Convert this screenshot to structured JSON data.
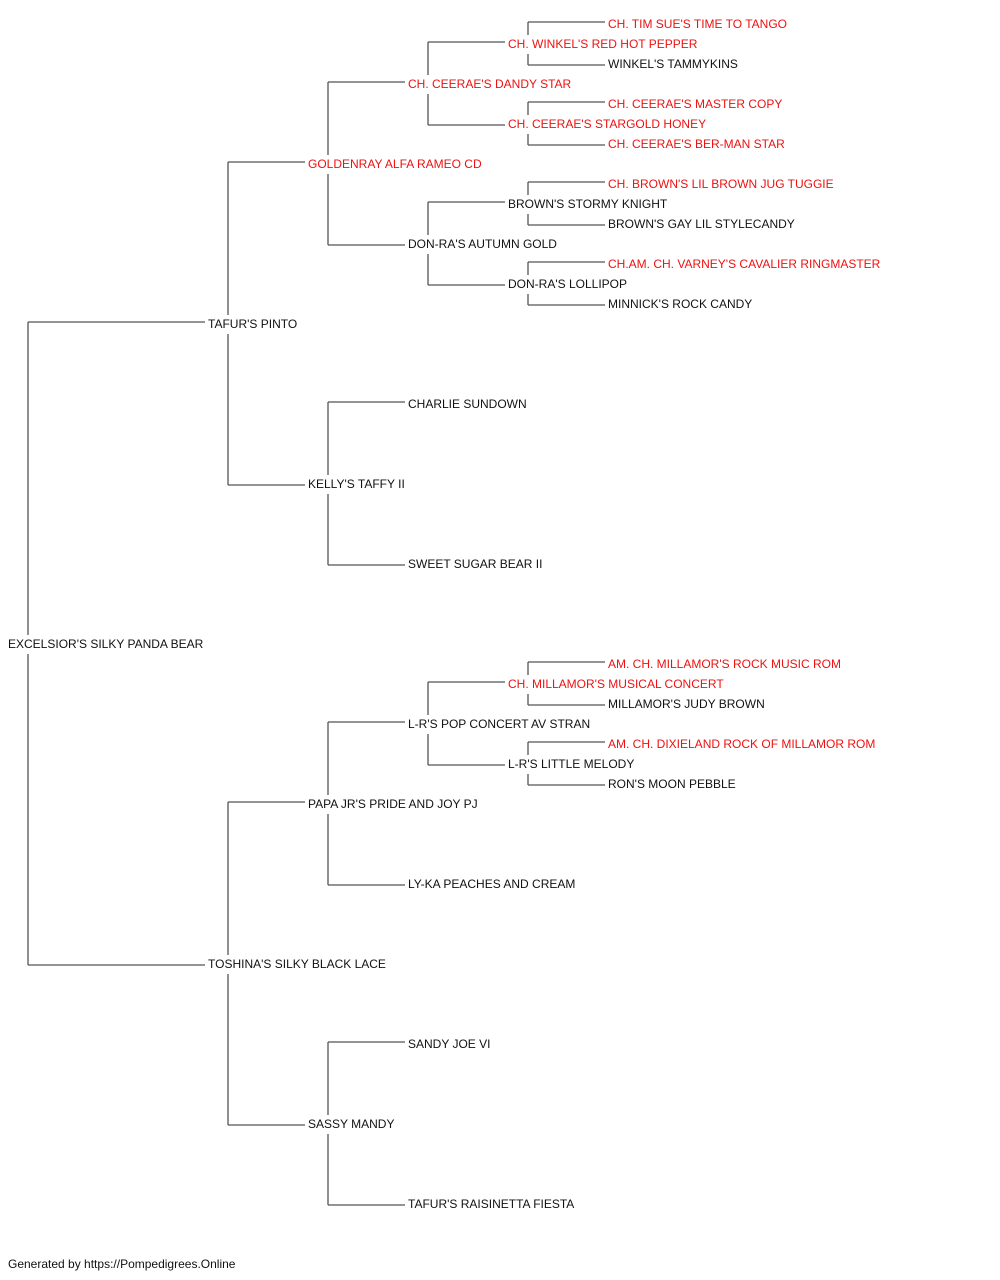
{
  "pedigree": {
    "subject": {
      "name": "EXCELSIOR'S SILKY PANDA BEAR",
      "champion": false
    },
    "sire": {
      "name": "TAFUR'S PINTO",
      "champion": false
    },
    "dam": {
      "name": "TOSHINA'S SILKY BLACK LACE",
      "champion": false
    },
    "sire_sire": {
      "name": "GOLDENRAY ALFA RAMEO CD",
      "champion": true
    },
    "sire_dam": {
      "name": "KELLY'S TAFFY II",
      "champion": false
    },
    "dam_sire": {
      "name": "PAPA JR'S PRIDE AND JOY PJ",
      "champion": false
    },
    "dam_dam": {
      "name": "SASSY MANDY",
      "champion": false
    },
    "ss_sire": {
      "name": "CH. CEERAE'S DANDY STAR",
      "champion": true
    },
    "ss_dam": {
      "name": "DON-RA'S AUTUMN GOLD",
      "champion": false
    },
    "sd_sire": {
      "name": "CHARLIE SUNDOWN",
      "champion": false
    },
    "sd_dam": {
      "name": "SWEET SUGAR BEAR II",
      "champion": false
    },
    "ds_sire": {
      "name": "L-R'S POP CONCERT AV STRAN",
      "champion": false
    },
    "ds_dam": {
      "name": "LY-KA PEACHES AND CREAM",
      "champion": false
    },
    "dd_sire": {
      "name": "SANDY JOE VI",
      "champion": false
    },
    "dd_dam": {
      "name": "TAFUR'S RAISINETTA FIESTA",
      "champion": false
    },
    "sss_sire": {
      "name": "CH. WINKEL'S RED HOT PEPPER",
      "champion": true
    },
    "sss_dam": {
      "name": "CH. CEERAE'S STARGOLD HONEY",
      "champion": true
    },
    "ssd_sire": {
      "name": "BROWN'S STORMY KNIGHT",
      "champion": false
    },
    "ssd_dam": {
      "name": "DON-RA'S LOLLIPOP",
      "champion": false
    },
    "dss_sire": {
      "name": "CH. MILLAMOR'S MUSICAL CONCERT",
      "champion": true
    },
    "dss_dam": {
      "name": "L-R'S LITTLE MELODY",
      "champion": false
    },
    "g5_1": {
      "name": "CH. TIM SUE'S TIME TO TANGO",
      "champion": true
    },
    "g5_2": {
      "name": "WINKEL'S TAMMYKINS",
      "champion": false
    },
    "g5_3": {
      "name": "CH. CEERAE'S MASTER COPY",
      "champion": true
    },
    "g5_4": {
      "name": "CH. CEERAE'S BER-MAN STAR",
      "champion": true
    },
    "g5_5": {
      "name": "CH. BROWN'S LIL BROWN JUG TUGGIE",
      "champion": true
    },
    "g5_6": {
      "name": "BROWN'S GAY LIL STYLECANDY",
      "champion": false
    },
    "g5_7": {
      "name": "CH.AM. CH. VARNEY'S CAVALIER RINGMASTER",
      "champion": true
    },
    "g5_8": {
      "name": "MINNICK'S ROCK CANDY",
      "champion": false
    },
    "g5_9": {
      "name": "AM. CH. MILLAMOR'S ROCK MUSIC ROM",
      "champion": true
    },
    "g5_10": {
      "name": "MILLAMOR'S JUDY BROWN",
      "champion": false
    },
    "g5_11": {
      "name": "AM. CH. DIXIELAND ROCK OF MILLAMOR ROM",
      "champion": true
    },
    "g5_12": {
      "name": "RON'S MOON PEBBLE",
      "champion": false
    }
  },
  "footer": {
    "text": "Generated by https://Pompedigrees.Online"
  },
  "colors": {
    "champion_text": "#ee1111",
    "regular_text": "#111111",
    "connector_line": "#555555",
    "background": "#ffffff"
  }
}
